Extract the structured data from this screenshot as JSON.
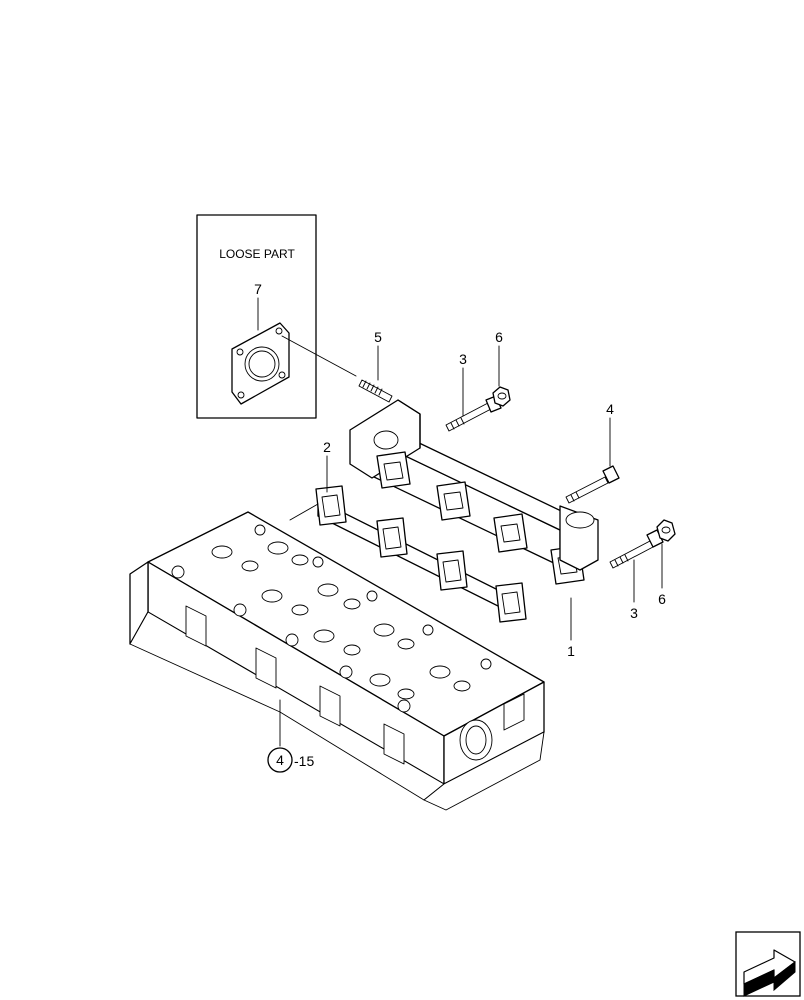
{
  "inset": {
    "title": "LOOSE PART",
    "item": "7"
  },
  "callouts": {
    "c1": "1",
    "c2": "2",
    "c3a": "3",
    "c3b": "3",
    "c4": "4",
    "c5": "5",
    "c6a": "6",
    "c6b": "6"
  },
  "reference": {
    "circle": "4",
    "suffix": "-15"
  },
  "nav": {
    "icon": "next-page-arrow-icon"
  }
}
